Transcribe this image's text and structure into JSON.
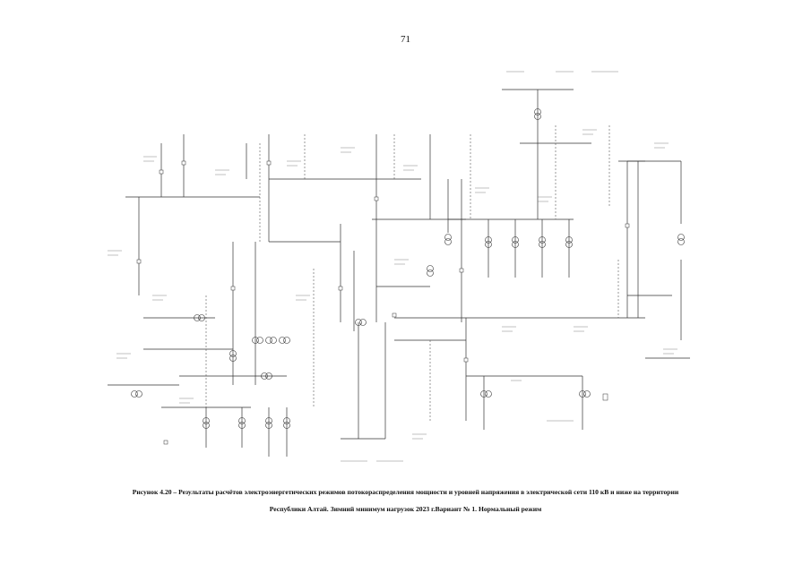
{
  "page": {
    "number": "71"
  },
  "figure": {
    "caption_line1": "Рисунок 4.20 – Результаты расчётов электроэнергетических режимов потокораспределения мощности и уровней напряжения в электрической сети 110 кВ и ниже на территории",
    "caption_line2": "Республики Алтай. Зимний минимум нагрузок 2023 г.Вариант № 1. Нормальный режим"
  },
  "colors": {
    "ink": "#111111",
    "line": "#333333",
    "dashed": "#555555"
  }
}
